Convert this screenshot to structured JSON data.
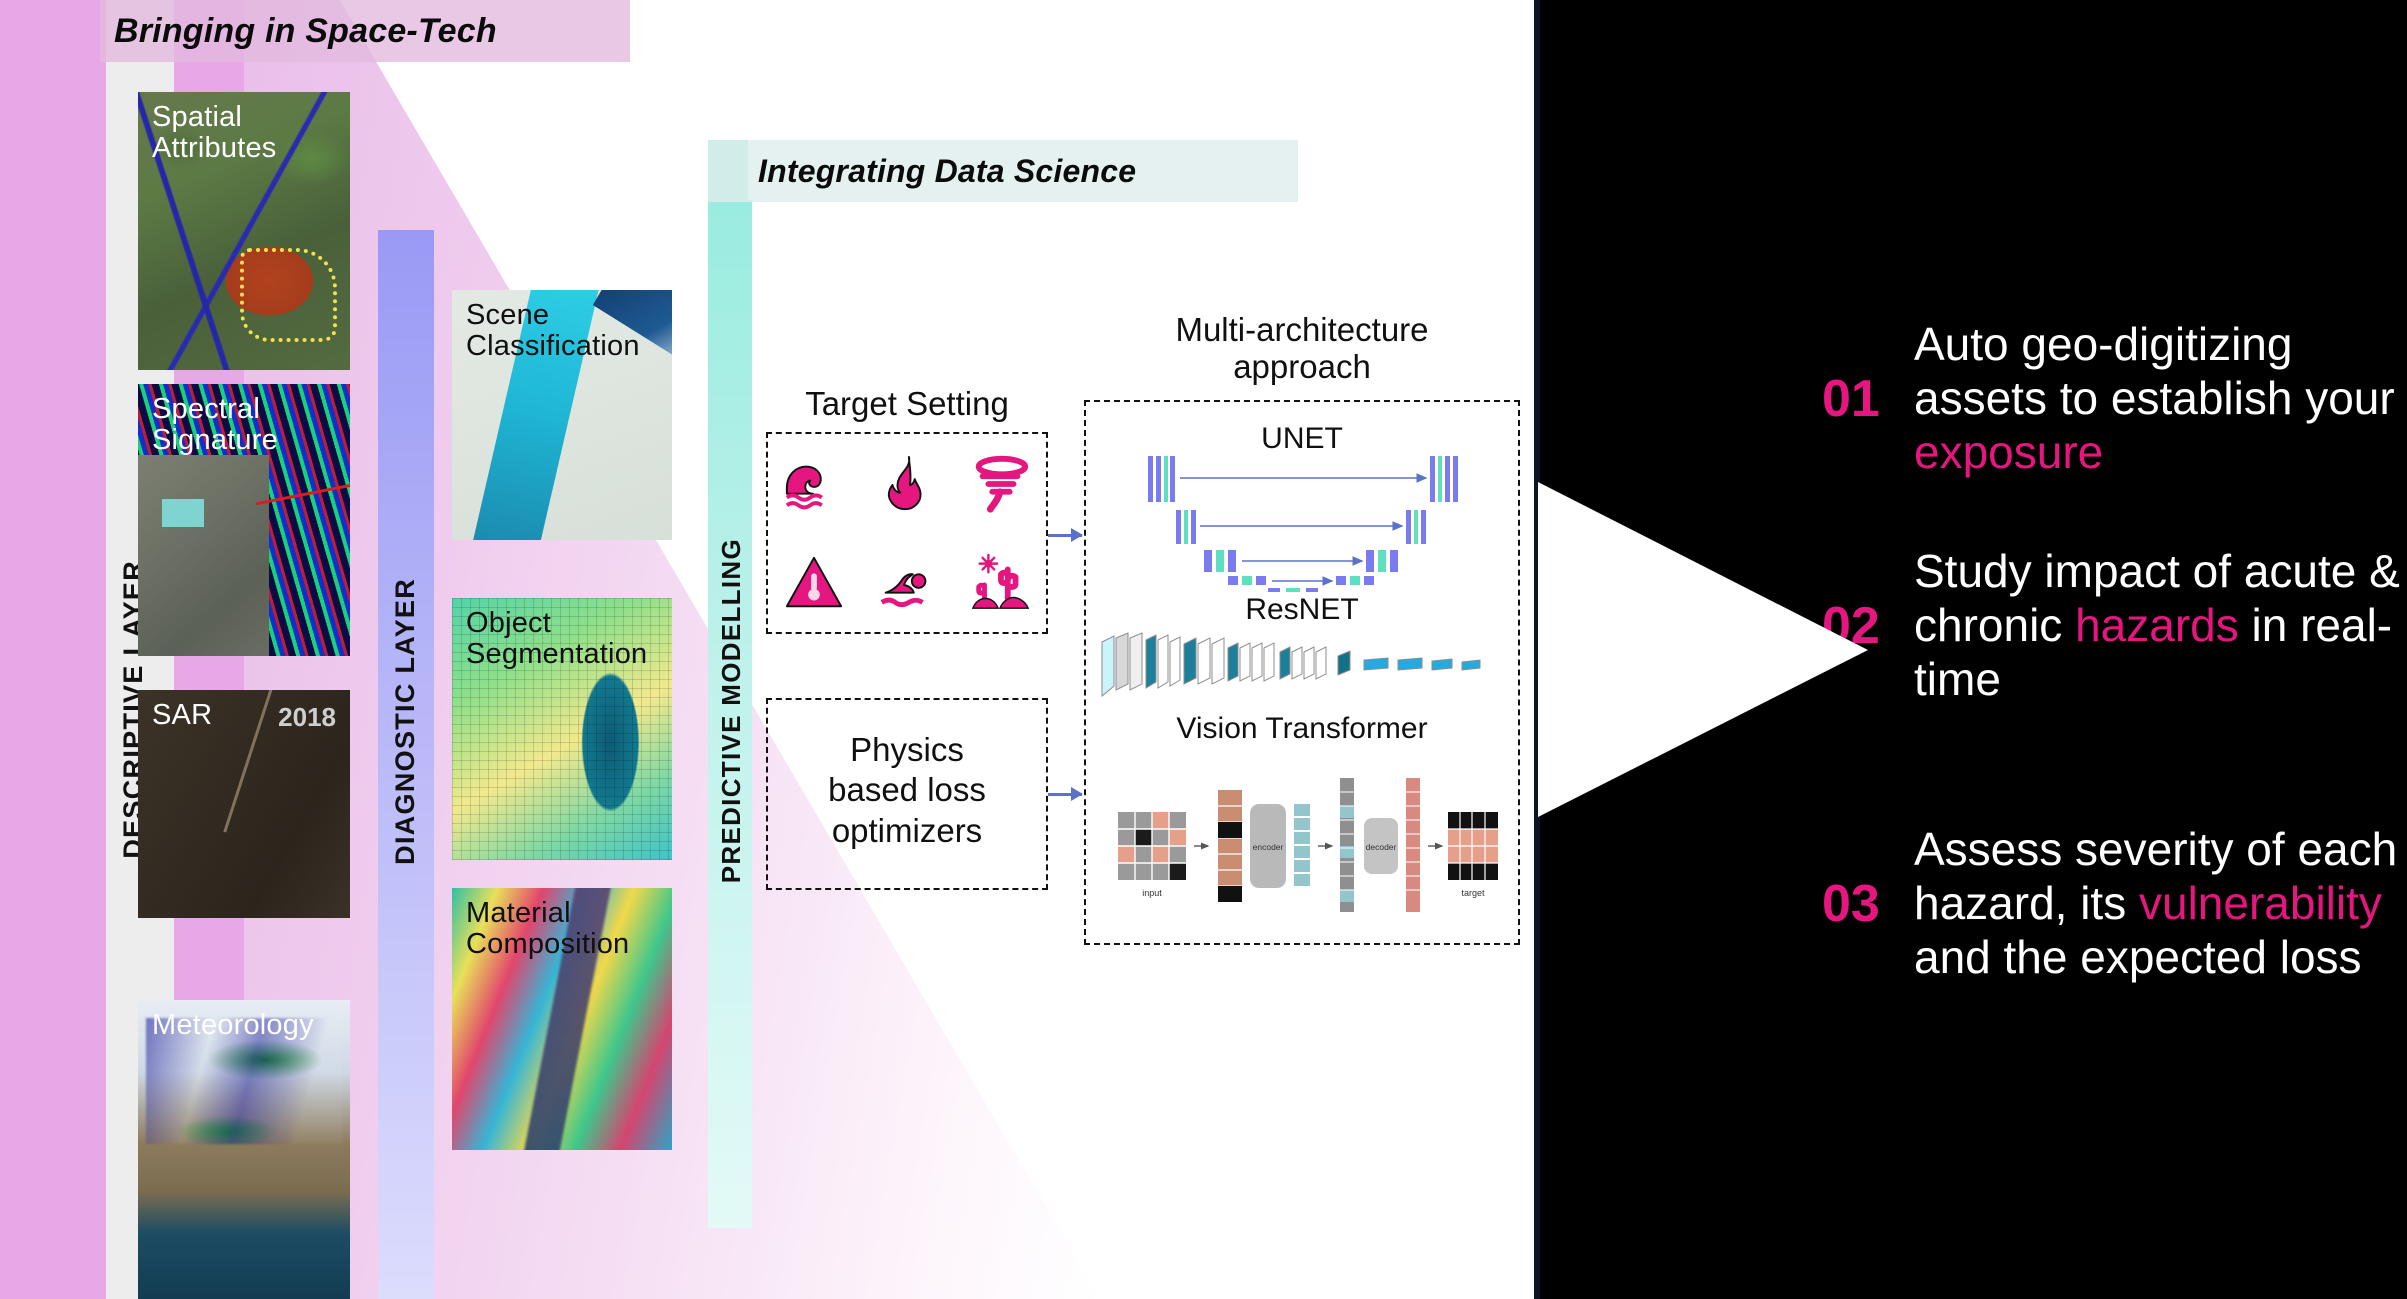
{
  "banners": {
    "space_tech": "Bringing in Space-Tech",
    "data_science": "Integrating Data Science"
  },
  "layers": [
    {
      "id": "descriptive",
      "label": "DESCRIPTIVE LAYER"
    },
    {
      "id": "diagnostic",
      "label": "DIAGNOSTIC LAYER"
    },
    {
      "id": "predictive",
      "label": "PREDICTIVE MODELLING"
    }
  ],
  "descriptive_cards": [
    {
      "caption": "Spatial\nAttributes",
      "tone": "light"
    },
    {
      "caption": "Spectral\nSignature",
      "tone": "light"
    },
    {
      "caption": "SAR",
      "tone": "light",
      "overlay_year": "2018"
    },
    {
      "caption": "Meteorology",
      "tone": "light"
    }
  ],
  "diagnostic_cards": [
    {
      "caption": "Scene\nClassification",
      "tone": "dark"
    },
    {
      "caption": "Object\nSegmentation",
      "tone": "dark"
    },
    {
      "caption": "Material\nComposition",
      "tone": "dark"
    }
  ],
  "predictive": {
    "target_setting": {
      "title": "Target Setting",
      "hazard_icons": [
        "flood-wave-icon",
        "wildfire-flame-icon",
        "tornado-icon",
        "extreme-heat-warning-icon",
        "drowning-flood-icon",
        "drought-cactus-icon"
      ]
    },
    "physics_box": {
      "text": "Physics\nbased loss\noptimizers"
    },
    "architecture": {
      "title": "Multi-architecture\napproach",
      "models": [
        {
          "name": "UNET"
        },
        {
          "name": "ResNET"
        },
        {
          "name": "Vision Transformer"
        }
      ],
      "vit_labels": {
        "input": "input",
        "encoder": "encoder",
        "decoder": "decoder",
        "target": "target"
      }
    }
  },
  "outcomes": [
    {
      "number": "01",
      "parts": [
        {
          "t": "Auto geo-digitizing assets to establish your ",
          "hl": false
        },
        {
          "t": "exposure",
          "hl": true
        }
      ],
      "plain": "Auto geo-digitizing assets to establish your exposure"
    },
    {
      "number": "02",
      "parts": [
        {
          "t": "Study impact of acute & chronic ",
          "hl": false
        },
        {
          "t": "hazards",
          "hl": true
        },
        {
          "t": " in real-time",
          "hl": false
        }
      ],
      "plain": "Study impact of acute & chronic hazards in real-time"
    },
    {
      "number": "03",
      "parts": [
        {
          "t": "Assess severity of each hazard, its ",
          "hl": false
        },
        {
          "t": "vulnerability",
          "hl": true
        },
        {
          "t": " and the expected loss",
          "hl": false
        }
      ],
      "plain": "Assess severity of each hazard, its vulnerability and the expected loss"
    }
  ],
  "colors": {
    "accent_pink": "#e5167f",
    "pink_bg": "#e8a8e8",
    "diagnostic_bar": "#9a9af5",
    "predictive_bar": "#9aece0",
    "panel_bg": "#000000",
    "banner_teal": "#9debdb"
  }
}
